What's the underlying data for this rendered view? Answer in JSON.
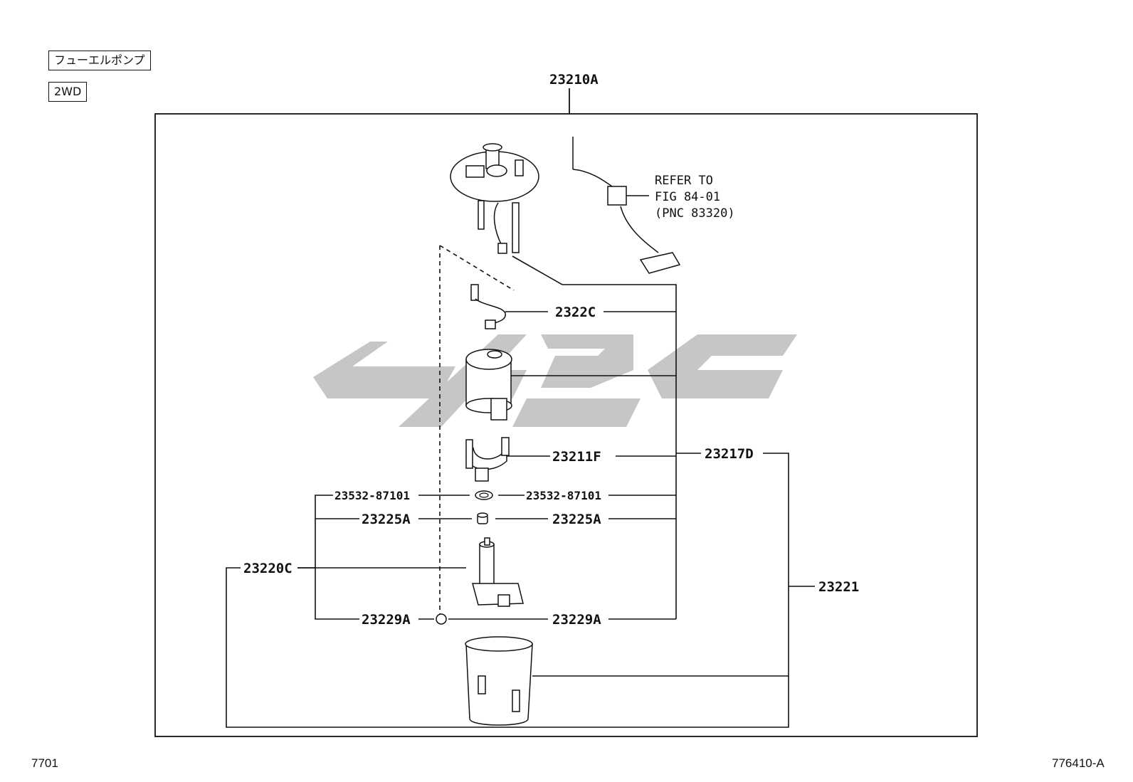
{
  "tags": {
    "title_jp": "フューエルポンプ",
    "variant": "2WD"
  },
  "refer": {
    "line1": "REFER TO",
    "line2": "FIG 84-01",
    "line3": "(PNC 83320)"
  },
  "callouts": {
    "assembly": "23210A",
    "gauge_wire": "2322C",
    "filter_left": "23217D",
    "bracket": "23211F",
    "gasket_left": "23532-87101",
    "gasket_right": "23532-87101",
    "cushion_left": "23225A",
    "cushion_right": "23225A",
    "pump": "23220C",
    "clip_left": "23229A",
    "clip_right": "23229A",
    "cup": "23221"
  },
  "footer": {
    "left_code": "7701",
    "right_code": "776410-A"
  },
  "colors": {
    "line": "#111111",
    "watermark": "#c8c8c8"
  }
}
